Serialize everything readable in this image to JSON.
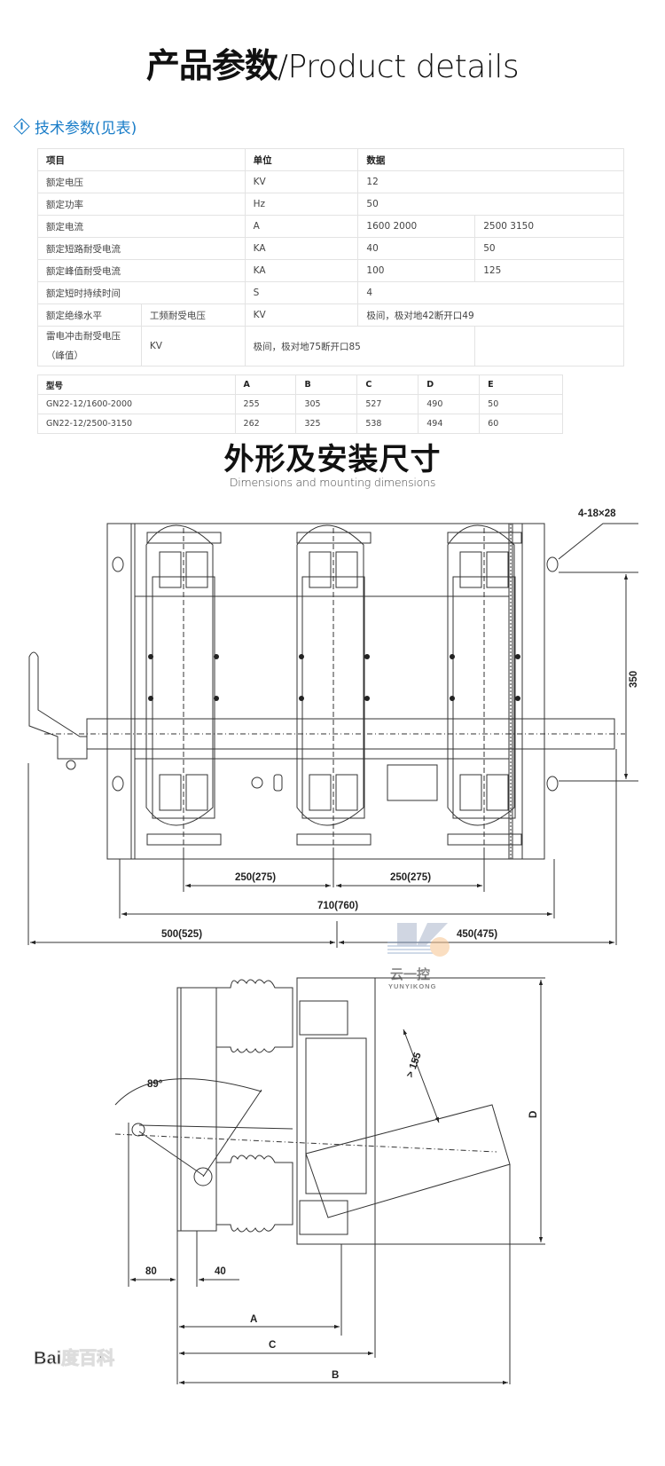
{
  "header": {
    "title_cn": "产品参数",
    "title_sep": "/",
    "title_en": "Product details"
  },
  "section": {
    "icon": "diamond-lightning-icon",
    "title": "技术参数(见表)",
    "accent_color": "#1a7dc8"
  },
  "spec_table": {
    "headers": [
      "项目",
      "单位",
      "数据"
    ],
    "rows": [
      {
        "item": "额定电压",
        "unit": "KV",
        "data": [
          "12"
        ]
      },
      {
        "item": "额定功率",
        "unit": "Hz",
        "data": [
          "50"
        ]
      },
      {
        "item": "额定电流",
        "unit": "A",
        "data": [
          "1600 2000",
          "2500 3150"
        ]
      },
      {
        "item": "额定短路耐受电流",
        "unit": "KA",
        "data": [
          "40",
          "50"
        ]
      },
      {
        "item": "额定峰值耐受电流",
        "unit": "KA",
        "data": [
          "100",
          "125"
        ]
      },
      {
        "item": "额定短时持续时间",
        "unit": "S",
        "data": [
          "4"
        ]
      },
      {
        "item": "额定绝缘水平",
        "sub_item": "工频耐受电压",
        "unit": "KV",
        "data": [
          "极间，极对地42断开口49"
        ]
      },
      {
        "item": "雷电冲击耐受电压（峰值）",
        "unit": "KV",
        "data": [
          "极间，极对地75断开口85",
          ""
        ]
      }
    ]
  },
  "model_table": {
    "headers": [
      "型号",
      "A",
      "B",
      "C",
      "D",
      "E"
    ],
    "rows": [
      [
        "GN22-12/1600-2000",
        "255",
        "305",
        "527",
        "490",
        "50"
      ],
      [
        "GN22-12/2500-3150",
        "262",
        "325",
        "538",
        "494",
        "60"
      ]
    ]
  },
  "dimensions_section": {
    "title_cn": "外形及安装尺寸",
    "title_en": "Dimensions and mounting dimensions"
  },
  "front_view": {
    "hole_spec": "4-18×28",
    "vertical_dim": "350",
    "phase_spacing_1": "250(275)",
    "phase_spacing_2": "250(275)",
    "mount_width": "710(760)",
    "left_extent": "500(525)",
    "right_extent": "450(475)"
  },
  "side_view": {
    "angle": "89°",
    "clearance": "> 155",
    "dim_80": "80",
    "dim_40": "40",
    "dim_A": "A",
    "dim_B": "B",
    "dim_C": "C",
    "dim_D": "D"
  },
  "watermarks": {
    "brand_cn": "云一控",
    "brand_en": "YUNYIKONG",
    "baidu": "Bai度百科"
  }
}
